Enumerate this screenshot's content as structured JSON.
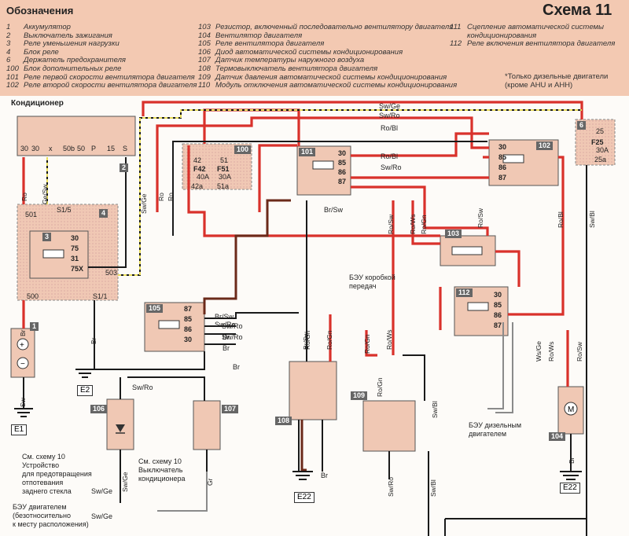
{
  "legend": {
    "title": "Обозначения",
    "schema": "Схема 11",
    "col1": [
      {
        "n": "1",
        "t": "Аккумулятор"
      },
      {
        "n": "2",
        "t": "Выключатель зажигания"
      },
      {
        "n": "3",
        "t": "Реле уменьшения нагрузки"
      },
      {
        "n": "4",
        "t": "Блок реле"
      },
      {
        "n": "6",
        "t": "Держатель предохранителя"
      },
      {
        "n": "100",
        "t": "Блок дополнительных реле"
      },
      {
        "n": "101",
        "t": "Реле первой скорости вентилятора двигателя"
      },
      {
        "n": "102",
        "t": "Реле второй скорости вентилятора двигателя"
      }
    ],
    "col2": [
      {
        "n": "103",
        "t": "Резистор, включенный последовательно вентилятору двигателя"
      },
      {
        "n": "104",
        "t": "Вентилятор двигателя"
      },
      {
        "n": "105",
        "t": "Реле вентилятора двигателя"
      },
      {
        "n": "106",
        "t": "Диод автоматической системы кондиционирования"
      },
      {
        "n": "107",
        "t": "Датчик температуры наружного воздуха"
      },
      {
        "n": "108",
        "t": "Термовыключатель вентилятора двигателя"
      },
      {
        "n": "109",
        "t": "Датчик давления автоматической системы кондиционирования"
      },
      {
        "n": "110",
        "t": "Модуль отключения автоматической системы кондиционирования"
      }
    ],
    "col3": [
      {
        "n": "111",
        "t": "Сцепление автоматической системы"
      },
      {
        "n": "",
        "t": "кондиционирования"
      },
      {
        "n": "112",
        "t": "Реле включения вентилятора двигателя"
      }
    ],
    "note_line1": "*Только дизельные двигатели",
    "note_line2": "(кроме AHU и AHH)"
  },
  "section_title": "Кондиционер",
  "components": {
    "c1": "1",
    "c2": "2",
    "c3": "3",
    "c4": "4",
    "c6": "6",
    "c100": "100",
    "c101": "101",
    "c102": "102",
    "c103": "103",
    "c104": "104",
    "c105": "105",
    "c106": "106",
    "c107": "107",
    "c108": "108",
    "c109": "109",
    "c112": "112"
  },
  "grounds": {
    "e1": "E1",
    "e2": "E2",
    "e22a": "E22",
    "e22b": "E22"
  },
  "ignition_terminals": [
    "30",
    "30",
    "x",
    "50b",
    "50",
    "P",
    "15",
    "S"
  ],
  "fuses": {
    "f42": "F42",
    "f42_a": "40A",
    "f51": "F51",
    "f51_a": "30A",
    "f25": "F25",
    "f25_a": "30A",
    "t42": "42",
    "t51": "51",
    "t42a": "42a",
    "t51a": "51a",
    "t25": "25",
    "t25a": "25a"
  },
  "relay_pins": {
    "r101": [
      "30",
      "85",
      "86",
      "87"
    ],
    "r102": [
      "30",
      "85",
      "86",
      "87"
    ],
    "r3": [
      "30",
      "75",
      "31",
      "75X"
    ],
    "r105": [
      "87",
      "85",
      "86",
      "30"
    ],
    "r112": [
      "30",
      "85",
      "86",
      "87"
    ]
  },
  "block4_pins": {
    "p501": "501",
    "p503": "503",
    "p500": "500",
    "s15": "S1/5",
    "s11": "S1/1"
  },
  "wires": {
    "sw_ge": "Sw/Ge",
    "sw_ro": "Sw/Ro",
    "ro_bl": "Ro/Bl",
    "ro_bl2": "Ro/Bl",
    "sw_ro2": "Sw/Ro",
    "ro": "Ro",
    "ge_sw": "Ge/Sw",
    "sw_ge2": "Sw/Ge",
    "ro2": "Ro",
    "ro3": "Ro",
    "br_sw": "Br/Sw",
    "ro_sw": "Ro/Sw",
    "ro_ws": "Ro/Ws",
    "ro_gn": "Ro/Gn",
    "ro_sw2": "Ro/Sw",
    "ro_bl3": "Ro/Bl",
    "sw_bl": "Sw/Bl",
    "br": "Br",
    "br2": "Br",
    "br3": "Br",
    "br_sw2": "Br/Sw",
    "sw_ro3": "Sw/Ro",
    "ro_gn2": "Ro/Gn",
    "ro_gn3": "Ro/Gn",
    "ro_gn4": "Ro/Gn",
    "ro_ws2": "Ro/Ws",
    "sw_bl2": "Sw/Bl",
    "ro_gn5": "Ro/Gn",
    "ws_ge": "Ws/Ge",
    "ro_ws3": "Ro/Ws",
    "ro_sw3": "Ro/Sw",
    "sw": "Sw",
    "sw_ro4": "Sw/Ro",
    "sw_ge3": "Sw/Ge",
    "gr": "Gr",
    "br4": "Br",
    "sw_ro5": "Sw/Ro",
    "sw_bl3": "Sw/Bl",
    "br5": "Br",
    "sw_ge4": "Sw/Ge",
    "sw_ge5": "Sw/Ge",
    "br_sw3": "Br/Sw",
    "sw_ro6": "Sw/Ro",
    "sw_ro7": "Sw/Ro",
    "br6": "Br",
    "br7": "Br"
  },
  "notes": {
    "bzu_gear_1": "БЭУ коробкой",
    "bzu_gear_2": "передач",
    "bzu_diesel_1": "БЭУ дизельным",
    "bzu_diesel_2": "двигателем",
    "see10a_1": "См. схему 10",
    "see10a_2": "Устройство",
    "see10a_3": "для предотвращения",
    "see10a_4": "отпотевания",
    "see10a_5": "заднего стекла",
    "see10b_1": "См. схему 10",
    "see10b_2": "Выключатель",
    "see10b_3": "кондиционера",
    "engine_1": "БЭУ двигателем",
    "engine_2": "(безотносительно",
    "engine_3": "к месту расположения)"
  },
  "colors": {
    "red": "#d9312b",
    "black": "#1a1a1a",
    "brown": "#6b2a1a",
    "yellow": "#e8dc5a",
    "pink": "#f3c9b2",
    "grey": "#8a8a8a"
  }
}
